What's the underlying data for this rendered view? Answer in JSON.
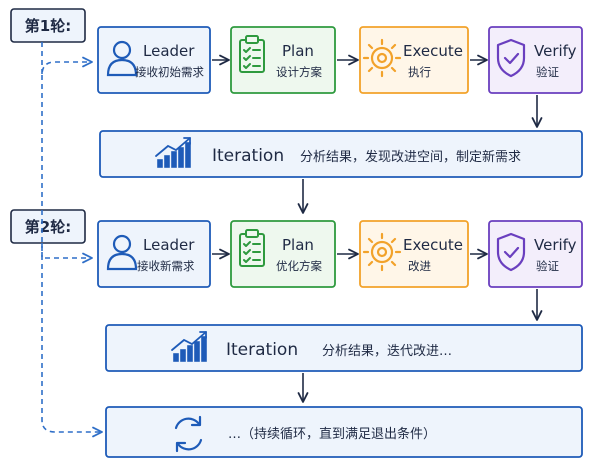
{
  "colors": {
    "ink": "#1f2a44",
    "leader": "#1e5bb8",
    "leader_fill": "#eef4fc",
    "plan": "#2e9a3e",
    "plan_fill": "#eef8ee",
    "execute": "#f2a22a",
    "execute_fill": "#fff6e8",
    "verify": "#6a3fbf",
    "verify_fill": "#f3eefb",
    "iteration": "#1e5bb8",
    "iteration_fill": "#eef4fc",
    "dashed": "#2f6fc8"
  },
  "rounds": [
    {
      "label": "第1轮:",
      "steps": [
        {
          "title": "Leader",
          "subtitle": "接收初始需求",
          "icon": "person-icon"
        },
        {
          "title": "Plan",
          "subtitle": "设计方案",
          "icon": "clipboard-checklist-icon"
        },
        {
          "title": "Execute",
          "subtitle": "执行",
          "icon": "gear-icon"
        },
        {
          "title": "Verify",
          "subtitle": "验证",
          "icon": "shield-check-icon"
        }
      ],
      "iteration": {
        "title": "Iteration",
        "description": "分析结果，发现改进空间，制定新需求",
        "icon": "trend-chart-icon"
      }
    },
    {
      "label": "第2轮:",
      "steps": [
        {
          "title": "Leader",
          "subtitle": "接收新需求",
          "icon": "person-icon"
        },
        {
          "title": "Plan",
          "subtitle": "优化方案",
          "icon": "clipboard-checklist-icon"
        },
        {
          "title": "Execute",
          "subtitle": "改进",
          "icon": "gear-icon"
        },
        {
          "title": "Verify",
          "subtitle": "验证",
          "icon": "shield-check-icon"
        }
      ],
      "iteration": {
        "title": "Iteration",
        "description": "分析结果，迭代改进…",
        "icon": "trend-chart-icon"
      }
    }
  ],
  "continue_box": {
    "text": "…（持续循环，直到满足退出条件）",
    "icon": "refresh-cycle-icon"
  }
}
